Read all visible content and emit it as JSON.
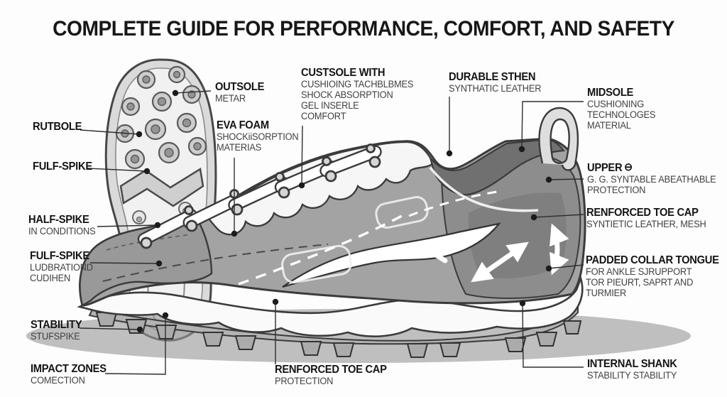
{
  "title": "COMPLETE GUIDE FOR PERFORMANCE, COMFORT, AND SAFETY",
  "colors": {
    "background": "#ffffff",
    "outline": "#3b3b3b",
    "shoe_gray": "#a3a3a3",
    "collar_gray": "#707070",
    "midsole_white": "#fafafa",
    "shadow_gray": "#969696",
    "label_title": "#141414",
    "label_sub": "#414141",
    "leader_line": "#2e2e2e"
  },
  "labels": {
    "rutbole": {
      "title": "RUTBOLE",
      "lines": []
    },
    "fulf_spike_top": {
      "title": "FULF-SPIKE",
      "lines": []
    },
    "half_spike": {
      "title": "HALF-SPIKE",
      "lines": [
        "IN CONDITIONS"
      ]
    },
    "fulf_spike_mid": {
      "title": "FULF-SPIKE",
      "lines": [
        "LUDBRATIOND",
        "CUDIHEN"
      ]
    },
    "stability": {
      "title": "STABILITY",
      "lines": [
        "STUFSPIKE"
      ]
    },
    "impact_zones": {
      "title": "IMPACT ZONES",
      "lines": [
        "COMECTION"
      ]
    },
    "outsole": {
      "title": "OUTSOLE",
      "lines": [
        "METAR"
      ]
    },
    "eva_foam": {
      "title": "EVA FOAM",
      "lines": [
        "SHOCKiiSORPTION",
        "MATERIAS"
      ]
    },
    "custsole": {
      "title": "CUSTSOLE WITH",
      "lines": [
        "CUSHIOING TACHBLBMES",
        "SHOCK ABSORPTION",
        "GEL INSERLE",
        "COMFORT"
      ]
    },
    "durable_sthen": {
      "title": "DURABLE STHEN",
      "lines": [
        "SYNTHATIC LEATHER"
      ]
    },
    "midsole": {
      "title": "MIDSOLE",
      "lines": [
        "CUSHIONING",
        "TECHNOLOGES",
        "MATERIAL"
      ]
    },
    "upper": {
      "title": "UPPER",
      "icon": "⊖",
      "lines": [
        "G. G. SYNTABLE ABEATHABLE",
        "PROTECTION"
      ]
    },
    "reinforced_toe_right": {
      "title": "RENFORCED TOE CAP",
      "lines": [
        "SYNTIETIC LEATHER, MESH"
      ]
    },
    "padded_collar": {
      "title": "PADDED COLLAR TONGUE",
      "lines": [
        "FOR ANKLE SJRUPPORT",
        "TOR PIEURT, SAPRT AND",
        "TURMIER"
      ]
    },
    "internal_shank": {
      "title": "INTERNAL SHANK",
      "lines": [
        "STABILITY STABILITY"
      ]
    },
    "reinforced_toe_bottom": {
      "title": "RENFORCED TOE CAP",
      "lines": [
        "PROTECTION"
      ]
    }
  }
}
